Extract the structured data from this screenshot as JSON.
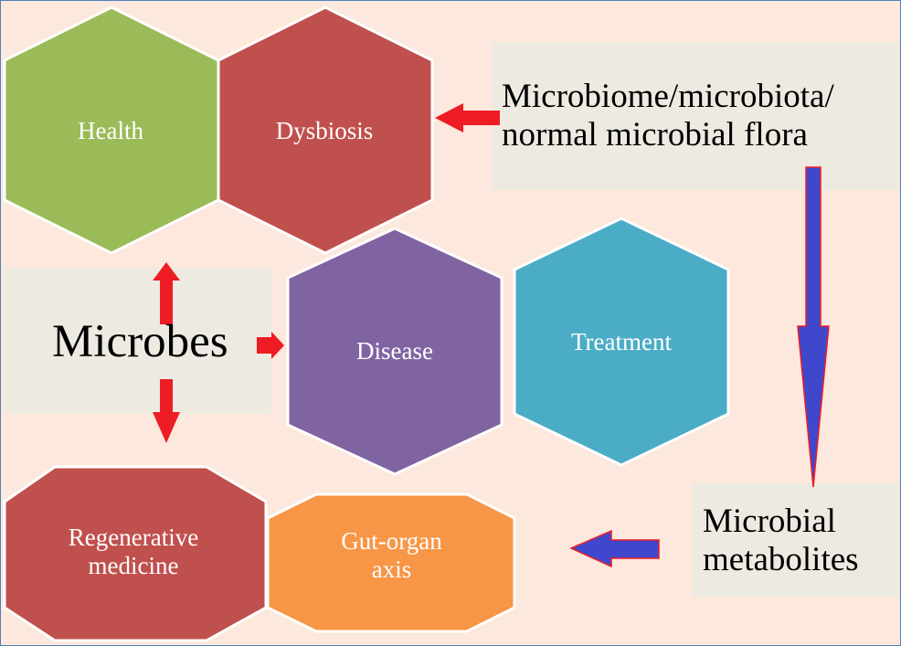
{
  "colors": {
    "background": "#fce8dc",
    "panel": "#edeae2",
    "health": "#9bbb59",
    "dysbiosis": "#c0504d",
    "disease": "#8064a2",
    "treatment": "#4bacc6",
    "regenerative": "#c0504d",
    "gut_organ": "#f79646",
    "red_arrow": "#ee1c24",
    "blue_arrow": "#3f48cc"
  },
  "hexagons": {
    "health": "Health",
    "dysbiosis": "Dysbiosis",
    "disease": "Disease",
    "treatment": "Treatment",
    "regenerative": "Regenerative\nmedicine",
    "gut_organ": "Gut-organ\naxis"
  },
  "boxes": {
    "microbiome": "Microbiome/microbiota/\nnormal microbial flora",
    "microbes": "Microbes",
    "metabolites": "Microbial\nmetabolites"
  }
}
